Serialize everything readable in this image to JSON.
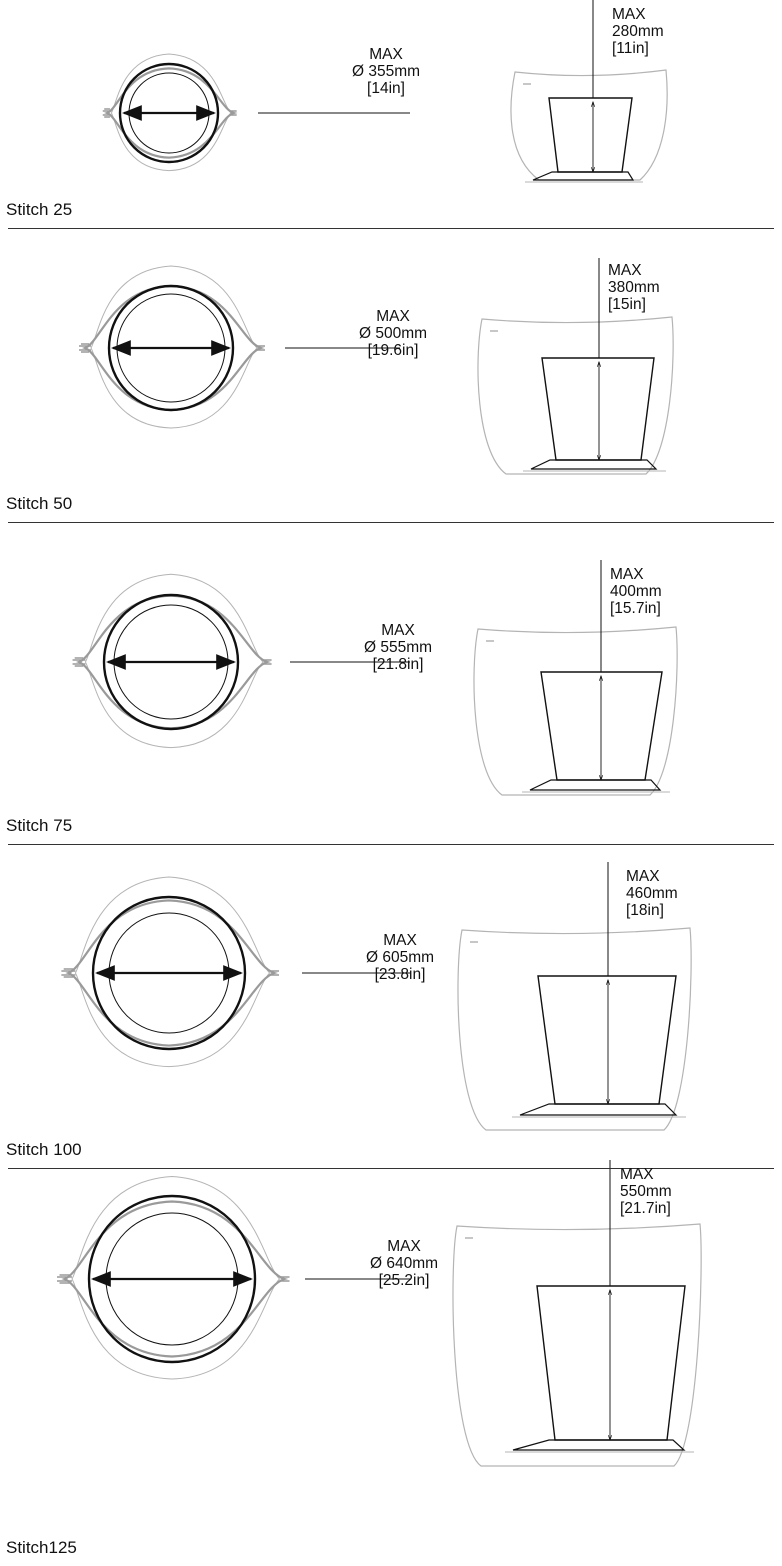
{
  "sections": [
    {
      "name": "Stitch 25",
      "diameter": {
        "max": "MAX",
        "value": "Ø 355mm",
        "imperial": "[14in]"
      },
      "height": {
        "max": "MAX",
        "value": "280mm",
        "imperial": "[11in]"
      }
    },
    {
      "name": "Stitch 50",
      "diameter": {
        "max": "MAX",
        "value": "Ø 500mm",
        "imperial": "[19.6in]"
      },
      "height": {
        "max": "MAX",
        "value": "380mm",
        "imperial": "[15in]"
      }
    },
    {
      "name": "Stitch 75",
      "diameter": {
        "max": "MAX",
        "value": "Ø 555mm",
        "imperial": "[21.8in]"
      },
      "height": {
        "max": "MAX",
        "value": "400mm",
        "imperial": "[15.7in]"
      }
    },
    {
      "name": "Stitch 100",
      "diameter": {
        "max": "MAX",
        "value": "Ø 605mm",
        "imperial": "[23.8in]"
      },
      "height": {
        "max": "MAX",
        "value": "460mm",
        "imperial": "[18in]"
      }
    },
    {
      "name": "Stitch125",
      "diameter": {
        "max": "MAX",
        "value": "Ø 640mm",
        "imperial": "[25.2in]"
      },
      "height": {
        "max": "MAX",
        "value": "550mm",
        "imperial": "[21.7in]"
      }
    }
  ],
  "colors": {
    "outline_light": "#b4b4b4",
    "outline_mid": "#9a9a9a",
    "ink": "#111111"
  }
}
